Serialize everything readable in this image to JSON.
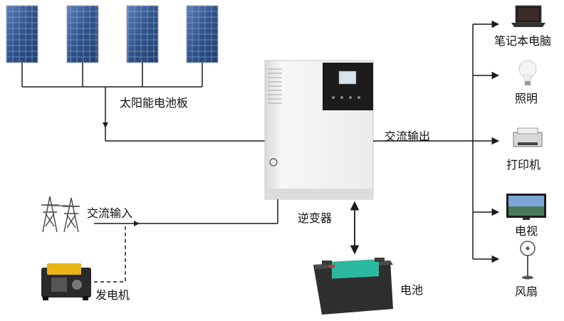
{
  "labels": {
    "solar_panel": "太阳能电池板",
    "ac_output": "交流输出",
    "ac_input": "交流输入",
    "inverter": "逆变器",
    "generator": "发电机",
    "battery": "电池",
    "laptop": "笔记本电脑",
    "lighting": "照明",
    "printer": "打印机",
    "tv": "电视",
    "fan": "风扇"
  },
  "icons": {
    "solar_panel": "solar-panel-icon",
    "inverter": "inverter-icon",
    "power_tower": "power-tower-icon",
    "generator": "generator-icon",
    "battery": "battery-icon",
    "laptop": "laptop-icon",
    "bulb": "light-bulb-icon",
    "printer": "printer-icon",
    "tv": "tv-icon",
    "fan": "fan-icon"
  },
  "colors": {
    "line": "#1a1a1a",
    "panel_blue": "#2c4f86",
    "inverter_body": "#f2f2f2",
    "display_black": "#1c1c1c",
    "battery_body": "#2e2e2e",
    "battery_label": "#2db8a0",
    "generator_yellow": "#e8b417"
  }
}
